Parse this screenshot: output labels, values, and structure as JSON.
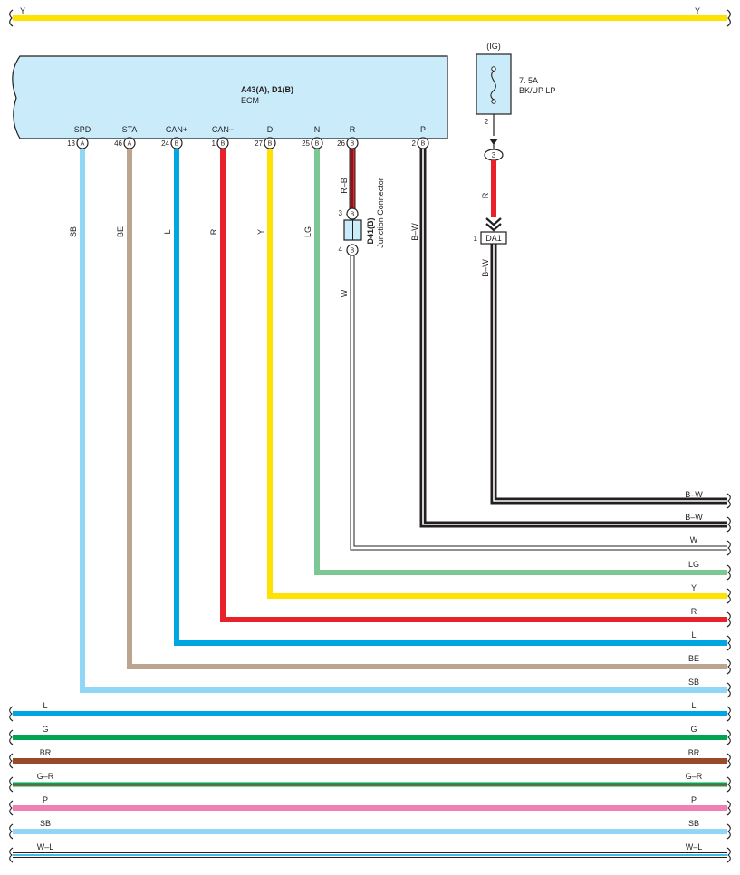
{
  "colors": {
    "Y": "#ffe200",
    "SB": "#8fd6f7",
    "BE": "#bba58e",
    "L": "#00a6e2",
    "R": "#e8212b",
    "LG": "#7cc894",
    "G": "#00a551",
    "BR": "#9a4a2c",
    "P": "#ef80b4",
    "W": "#ffffff",
    "B": "#231f20",
    "ECM": "#c9ebfa",
    "fuse_box": "#c9ebfa",
    "jc": "#c9ebfa"
  },
  "ecm": {
    "name": "A43(A), D1(B)",
    "sub": "ECM",
    "pins": [
      {
        "term": "SPD",
        "num": "13",
        "conn": "A",
        "wire": "SB"
      },
      {
        "term": "STA",
        "num": "46",
        "conn": "A",
        "wire": "BE"
      },
      {
        "term": "CAN+",
        "num": "24",
        "conn": "B",
        "wire": "L"
      },
      {
        "term": "CAN−",
        "num": "1",
        "conn": "B",
        "wire": "R"
      },
      {
        "term": "D",
        "num": "27",
        "conn": "B",
        "wire": "Y"
      },
      {
        "term": "N",
        "num": "25",
        "conn": "B",
        "wire": "LG"
      },
      {
        "term": "R",
        "num": "26",
        "conn": "B",
        "wire": "R–B"
      },
      {
        "term": "P",
        "num": "2",
        "conn": "B",
        "wire": "B–W"
      }
    ]
  },
  "top_bus": {
    "left": "Y",
    "right": "Y"
  },
  "fuse": {
    "group": "(IG)",
    "rating": "7. 5A",
    "name": "BK/UP LP",
    "pin": "2",
    "oval_pin": "3",
    "wire": "R"
  },
  "connector_da1": {
    "pin": "1",
    "name": "DA1",
    "wire": "B–W"
  },
  "junction": {
    "name": "D41(B)",
    "sub": "Junction Connector",
    "pin_top": "3",
    "pin_bottom": "4",
    "conn": "B",
    "wire_out": "W"
  },
  "right_labels": [
    "B–W",
    "B–W",
    "W",
    "LG",
    "Y",
    "R",
    "L",
    "BE",
    "SB"
  ],
  "bottom_buses": [
    {
      "code": "L",
      "left": "L",
      "right": "L"
    },
    {
      "code": "G",
      "left": "G",
      "right": "G"
    },
    {
      "code": "BR",
      "left": "BR",
      "right": "BR"
    },
    {
      "code": "G-R",
      "left": "G–R",
      "right": "G–R"
    },
    {
      "code": "P",
      "left": "P",
      "right": "P"
    },
    {
      "code": "SB",
      "left": "SB",
      "right": "SB"
    },
    {
      "code": "W-L",
      "left": "W–L",
      "right": "W–L"
    }
  ]
}
